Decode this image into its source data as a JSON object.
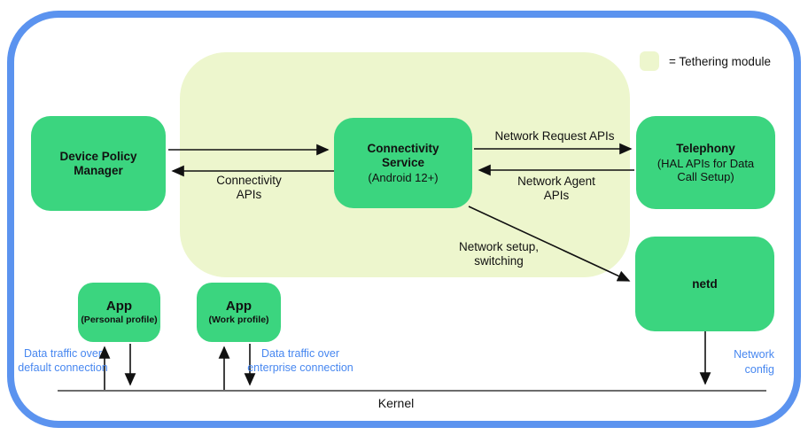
{
  "legend": {
    "label": "= Tethering module"
  },
  "nodes": {
    "device_policy_manager": {
      "title": "Device Policy Manager"
    },
    "connectivity_service": {
      "title": "Connectivity Service",
      "subtitle": "(Android 12+)"
    },
    "telephony": {
      "title": "Telephony",
      "subtitle": "(HAL APIs for Data Call Setup)"
    },
    "netd": {
      "title": "netd"
    },
    "app_personal": {
      "title": "App",
      "subtitle": "(Personal profile)"
    },
    "app_work": {
      "title": "App",
      "subtitle": "(Work profile)"
    }
  },
  "edges": {
    "network_request_apis": "Network Request APIs",
    "network_agent_apis": "Network Agent APIs",
    "connectivity_apis": "Connectivity APIs",
    "network_setup_switching": "Network setup, switching",
    "data_traffic_default": "Data traffic over default connection",
    "data_traffic_enterprise": "Data traffic over enterprise connection",
    "network_config": "Network config"
  },
  "kernel_label": "Kernel",
  "colors": {
    "frame_blue": "#5B93EF",
    "node_green": "#3BD57F",
    "module_bg": "#EDF6CD",
    "link_blue": "#4787F0"
  }
}
